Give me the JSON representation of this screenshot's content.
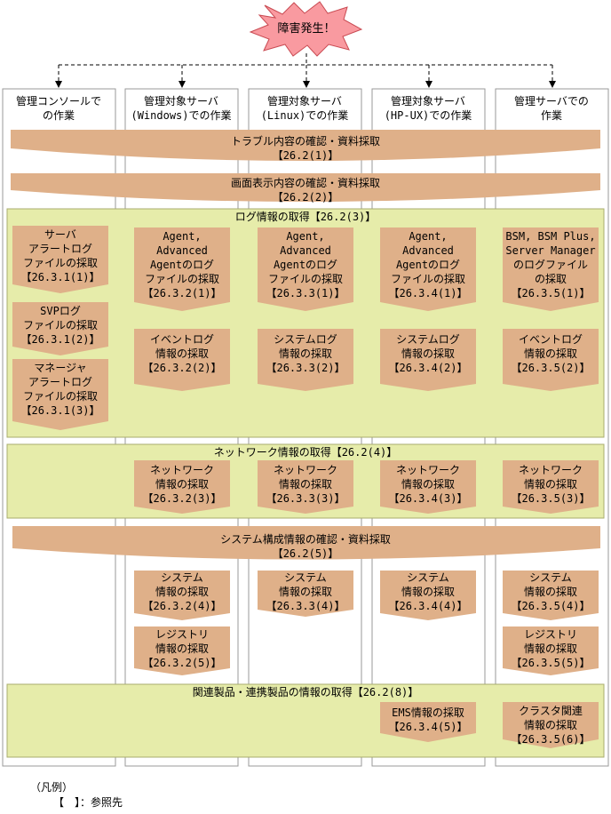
{
  "burst": {
    "label": "障害発生！"
  },
  "columns": [
    {
      "label": "管理コンソールで\nの作業"
    },
    {
      "label": "管理対象サーバ\n(Windows)での作業"
    },
    {
      "label": "管理対象サーバ\n(Linux)での作業"
    },
    {
      "label": "管理対象サーバ\n(HP-UX)での作業"
    },
    {
      "label": "管理サーバでの\n作業"
    }
  ],
  "steps": [
    {
      "label": "トラブル内容の確認・資料採取",
      "ref": "【26.2(1)】"
    },
    {
      "label": "画面表示内容の確認・資料採取",
      "ref": "【26.2(2)】"
    },
    {
      "label": "システム構成情報の確認・資料採取",
      "ref": "【26.2(5)】"
    }
  ],
  "groups": {
    "log": {
      "label": "ログ情報の取得【26.2(3)】"
    },
    "network": {
      "label": "ネットワーク情報の取得【26.2(4)】"
    },
    "related": {
      "label": "関連製品・連携製品の情報の取得【26.2(8)】"
    }
  },
  "tasks": {
    "c0_alert": "サーバ\nアラートログ\nファイルの採取\n【26.3.1(1)】",
    "c0_svp": "SVPログ\nファイルの採取\n【26.3.1(2)】",
    "c0_mgr": "マネージャ\nアラートログ\nファイルの採取\n【26.3.1(3)】",
    "c1_agent": "Agent,\nAdvanced\nAgentのログ\nファイルの採取\n【26.3.2(1)】",
    "c1_event": "イベントログ\n情報の採取\n【26.3.2(2)】",
    "c2_agent": "Agent,\nAdvanced\nAgentのログ\nファイルの採取\n【26.3.3(1)】",
    "c2_syslog": "システムログ\n情報の採取\n【26.3.3(2)】",
    "c3_agent": "Agent,\nAdvanced\nAgentのログ\nファイルの採取\n【26.3.4(1)】",
    "c3_syslog": "システムログ\n情報の採取\n【26.3.4(2)】",
    "c4_bsm": "BSM, BSM Plus,\nServer Manager\nのログファイル\nの採取\n【26.3.5(1)】",
    "c4_event": "イベントログ\n情報の採取\n【26.3.5(2)】",
    "c1_net": "ネットワーク\n情報の採取\n【26.3.2(3)】",
    "c2_net": "ネットワーク\n情報の採取\n【26.3.3(3)】",
    "c3_net": "ネットワーク\n情報の採取\n【26.3.4(3)】",
    "c4_net": "ネットワーク\n情報の採取\n【26.3.5(3)】",
    "c1_sys": "システム\n情報の採取\n【26.3.2(4)】",
    "c2_sys": "システム\n情報の採取\n【26.3.3(4)】",
    "c3_sys": "システム\n情報の採取\n【26.3.4(4)】",
    "c4_sys": "システム\n情報の採取\n【26.3.5(4)】",
    "c1_reg": "レジストリ\n情報の採取\n【26.3.2(5)】",
    "c4_reg": "レジストリ\n情報の採取\n【26.3.5(5)】",
    "c3_ems": "EMS情報の採取\n【26.3.4(5)】",
    "c4_cluster": "クラスタ関連\n情報の採取\n【26.3.5(6)】"
  },
  "legend": {
    "title": "（凡例）",
    "item": "【　】：参照先"
  },
  "colors": {
    "shape": "#dfb089",
    "group_bg": "#e6ecaa",
    "group_border": "#a8ad6e",
    "burst": "#f99aa0",
    "burst_border": "#c94a52",
    "column_border": "#999999"
  }
}
